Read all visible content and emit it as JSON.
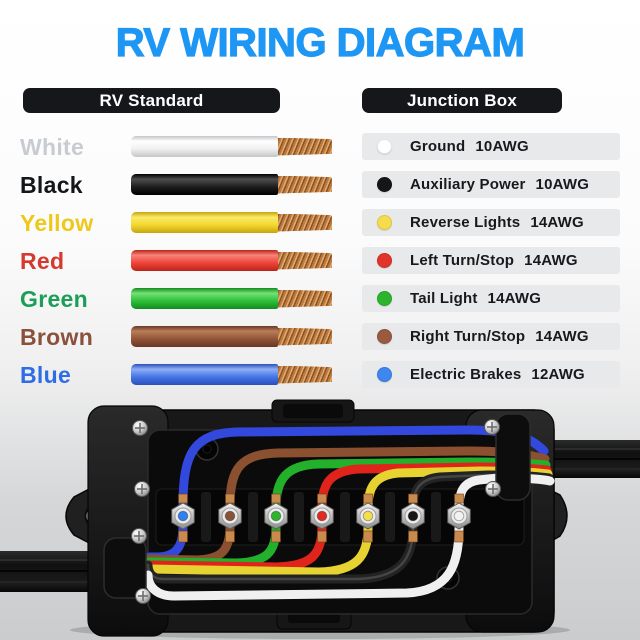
{
  "title": {
    "text": "RV WIRING DIAGRAM",
    "color": "#1e97f4"
  },
  "headers": {
    "left": "RV Standard",
    "right": "Junction Box",
    "bg": "#16171b",
    "text_color": "#ffffff"
  },
  "rv_standard": {
    "rows": [
      {
        "name": "White",
        "label_color": "#c8ccd1",
        "wire": {
          "light": "#ffffff",
          "main": "#f0f0f0",
          "dark": "#c3c5c8"
        }
      },
      {
        "name": "Black",
        "label_color": "#141619",
        "wire": {
          "light": "#4d4d4d",
          "main": "#1d1d1d",
          "dark": "#000000"
        }
      },
      {
        "name": "Yellow",
        "label_color": "#efc81d",
        "wire": {
          "light": "#fbe968",
          "main": "#f3d730",
          "dark": "#c5a60d"
        }
      },
      {
        "name": "Red",
        "label_color": "#d43a2e",
        "wire": {
          "light": "#f8837a",
          "main": "#ee4338",
          "dark": "#bb2418"
        }
      },
      {
        "name": "Green",
        "label_color": "#1b9e57",
        "wire": {
          "light": "#74e175",
          "main": "#2dbf39",
          "dark": "#128c1e"
        }
      },
      {
        "name": "Brown",
        "label_color": "#8b503b",
        "wire": {
          "light": "#b87d5a",
          "main": "#925437",
          "dark": "#693723"
        }
      },
      {
        "name": "Blue",
        "label_color": "#2e6de5",
        "wire": {
          "light": "#8fadf4",
          "main": "#4474e6",
          "dark": "#2a50bb"
        }
      }
    ]
  },
  "copper": {
    "light": "#e2a96c",
    "main": "#bd7a40",
    "dark": "#8a5526"
  },
  "junction_list": {
    "row_bg": "#e8e9ea",
    "text_color": "#17191c",
    "rows": [
      {
        "label": "Ground",
        "awg": "10AWG",
        "dot_color": "#ffffff"
      },
      {
        "label": "Auxiliary Power",
        "awg": "10AWG",
        "dot_color": "#161616"
      },
      {
        "label": "Reverse Lights",
        "awg": "14AWG",
        "dot_color": "#f5dc4d"
      },
      {
        "label": "Left Turn/Stop",
        "awg": "14AWG",
        "dot_color": "#e1342a"
      },
      {
        "label": "Tail Light",
        "awg": "14AWG",
        "dot_color": "#2cb42c"
      },
      {
        "label": "Right Turn/Stop",
        "awg": "14AWG",
        "dot_color": "#995a40"
      },
      {
        "label": "Electric Brakes",
        "awg": "12AWG",
        "dot_color": "#3e86f0"
      }
    ]
  },
  "junction_box": {
    "wire_order": [
      "blue",
      "brown",
      "green",
      "red",
      "yellow",
      "black",
      "white"
    ],
    "wires": [
      {
        "name": "blue",
        "hex": "#3348dc"
      },
      {
        "name": "brown",
        "hex": "#8a5030"
      },
      {
        "name": "green",
        "hex": "#23b12c"
      },
      {
        "name": "red",
        "hex": "#e0241c"
      },
      {
        "name": "yellow",
        "hex": "#e6d332"
      },
      {
        "name": "black",
        "hex": "#232323"
      },
      {
        "name": "white",
        "hex": "#f0f0f0"
      }
    ],
    "terminals": [
      {
        "wire": "blue",
        "color": "#2f80f0"
      },
      {
        "wire": "brown",
        "color": "#8a5236"
      },
      {
        "wire": "green",
        "color": "#2eb52e"
      },
      {
        "wire": "red",
        "color": "#e02a22"
      },
      {
        "wire": "yellow",
        "color": "#f2df4a"
      },
      {
        "wire": "black",
        "color": "#161616"
      },
      {
        "wire": "white",
        "color": "#f2f2f2"
      }
    ]
  }
}
